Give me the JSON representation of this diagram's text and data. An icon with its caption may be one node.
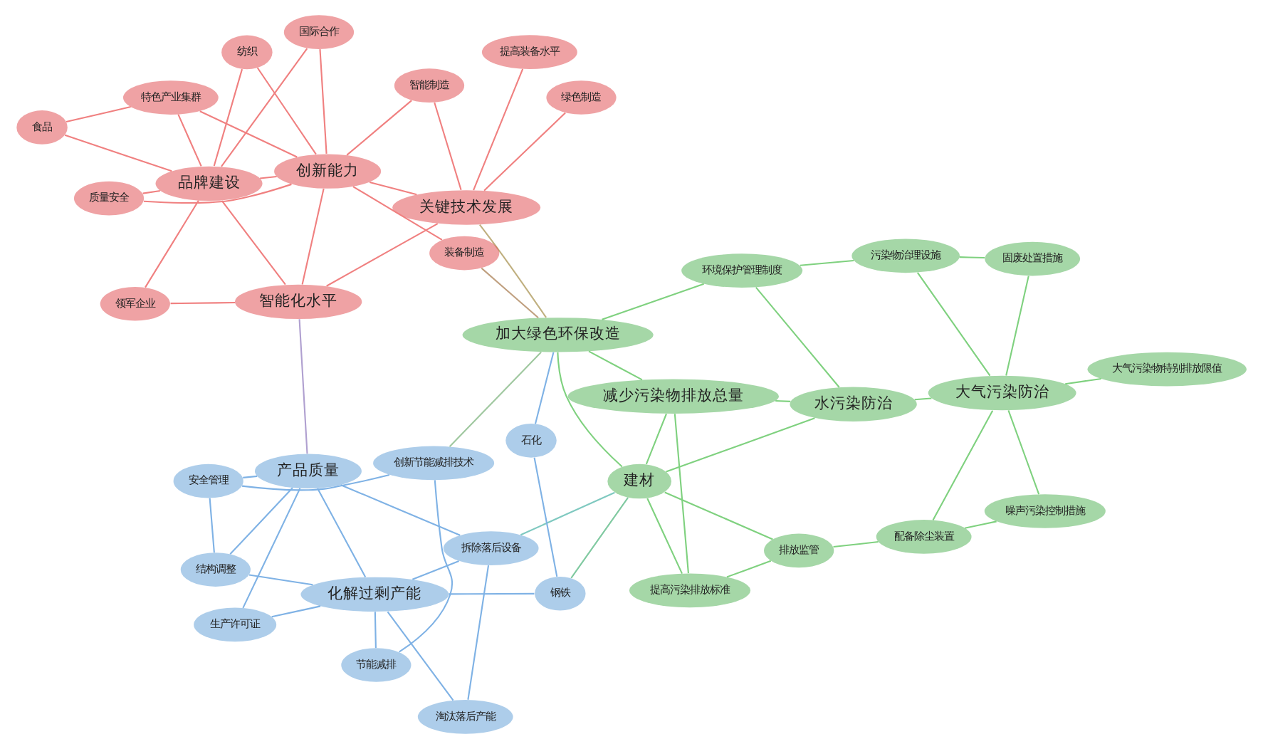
{
  "diagram": {
    "nodes": [
      {
        "text": [
          "拆除落后设备"
        ]
      },
      {
        "text": [
          "生产许可证"
        ]
      },
      {
        "text": [
          "淘汰落后产能"
        ]
      },
      {
        "text": [
          "化解过剩产能"
        ]
      },
      {
        "text": [
          "产品质量"
        ]
      },
      {
        "text": [
          "结构调整"
        ]
      },
      {
        "text": [
          "钢铁"
        ]
      },
      {
        "text": [
          "安全管理"
        ]
      },
      {
        "text": [
          "节能减排"
        ]
      },
      {
        "text": [
          "创新节能减排技术"
        ]
      },
      {
        "text": [
          "石化"
        ]
      },
      {
        "text": [
          "纺织"
        ]
      },
      {
        "text": [
          "领军企业"
        ]
      },
      {
        "text": [
          "食品"
        ]
      },
      {
        "text": [
          "智能化水平"
        ]
      },
      {
        "text": [
          "品牌建设"
        ]
      },
      {
        "text": [
          "特色产业集群"
        ]
      },
      {
        "text": [
          "提高装备水平"
        ]
      },
      {
        "text": [
          "关键技术发展"
        ]
      },
      {
        "text": [
          "国际合作"
        ]
      },
      {
        "text": [
          "质量安全"
        ]
      },
      {
        "text": [
          "智能制造"
        ]
      },
      {
        "text": [
          "创新能力"
        ]
      },
      {
        "text": [
          "绿色制造"
        ]
      },
      {
        "text": [
          "装备制造"
        ]
      },
      {
        "text": [
          "建材"
        ]
      },
      {
        "text": [
          "排放监管"
        ]
      },
      {
        "text": [
          "提高污染排放标准"
        ]
      },
      {
        "text": [
          "减少污染物排放总量"
        ]
      },
      {
        "text": [
          "配备除尘装置"
        ]
      },
      {
        "text": [
          "大气污染物特别排放限值"
        ]
      },
      {
        "text": [
          "水污染防治"
        ]
      },
      {
        "text": [
          "噪声污染控制措施"
        ]
      },
      {
        "text": [
          "加大绿色环保改造"
        ]
      },
      {
        "text": [
          "环境保护管理制度"
        ]
      },
      {
        "text": [
          "大气污染防治"
        ]
      },
      {
        "text": [
          "污染物治理设施"
        ]
      },
      {
        "text": [
          "固废处置措施"
        ]
      }
    ],
    "edges": [
      {
        "from": 0,
        "to": 3,
        "arrow": "none",
        "color": "#7fb2e5"
      },
      {
        "from": 0,
        "to": 2,
        "arrow": "none",
        "color": "#7fb2e5"
      },
      {
        "from": 0,
        "to": 4,
        "arrow": "none",
        "color": "#7fb2e5"
      },
      {
        "from": 0,
        "to": 25,
        "arrow": "none",
        "color": "#7fc9c0"
      },
      {
        "from": 1,
        "to": 4,
        "arrow": "none",
        "color": "#7fb2e5"
      },
      {
        "from": 1,
        "to": 3,
        "arrow": "none",
        "color": "#7fb2e5"
      },
      {
        "from": 2,
        "to": 3,
        "arrow": "none",
        "color": "#7fb2e5"
      },
      {
        "from": 3,
        "to": 4,
        "arrow": "none",
        "color": "#7fb2e5"
      },
      {
        "from": 3,
        "to": 6,
        "arrow": "none",
        "color": "#7fb2e5"
      },
      {
        "from": 3,
        "to": 5,
        "arrow": "none",
        "color": "#7fb2e5"
      },
      {
        "from": 3,
        "to": 8,
        "arrow": "none",
        "color": "#7fb2e5"
      },
      {
        "from": 4,
        "to": 5,
        "arrow": "none",
        "color": "#7fb2e5"
      },
      {
        "from": 4,
        "to": 7,
        "arrow": "none",
        "color": "#7fb2e5"
      },
      {
        "from": 5,
        "to": 7,
        "arrow": "none",
        "color": "#7fb2e5"
      },
      {
        "from": 6,
        "to": 10,
        "arrow": "none",
        "color": "#7fb2e5"
      },
      {
        "from": 6,
        "to": 25,
        "arrow": "none",
        "color": "#7fc9a0"
      },
      {
        "from": 7,
        "to": 9,
        "arrow": "none",
        "color": "#7fb2e5"
      },
      {
        "from": 8,
        "to": 9,
        "arrow": "none",
        "color": "#7fb2e5"
      },
      {
        "from": 9,
        "to": 33,
        "arrow": "none",
        "color": "#a0c8a0"
      },
      {
        "from": 10,
        "to": 33,
        "arrow": "none",
        "color": "#7fb2e5"
      },
      {
        "from": 4,
        "to": 14,
        "arrow": "none",
        "color": "#b0a0d0"
      },
      {
        "from": 11,
        "to": 15,
        "arrow": "none",
        "color": "#f08080"
      },
      {
        "from": 11,
        "to": 22,
        "arrow": "none",
        "color": "#f08080"
      },
      {
        "from": 12,
        "to": 15,
        "arrow": "none",
        "color": "#f08080"
      },
      {
        "from": 12,
        "to": 14,
        "arrow": "none",
        "color": "#f08080"
      },
      {
        "from": 13,
        "to": 15,
        "arrow": "none",
        "color": "#f08080"
      },
      {
        "from": 13,
        "to": 16,
        "arrow": "none",
        "color": "#f08080"
      },
      {
        "from": 14,
        "to": 15,
        "arrow": "none",
        "color": "#f08080"
      },
      {
        "from": 14,
        "to": 22,
        "arrow": "none",
        "color": "#f08080"
      },
      {
        "from": 14,
        "to": 18,
        "arrow": "none",
        "color": "#f08080"
      },
      {
        "from": 15,
        "to": 16,
        "arrow": "none",
        "color": "#f08080"
      },
      {
        "from": 15,
        "to": 22,
        "arrow": "none",
        "color": "#f08080"
      },
      {
        "from": 15,
        "to": 19,
        "arrow": "none",
        "color": "#f08080"
      },
      {
        "from": 16,
        "to": 22,
        "arrow": "none",
        "color": "#f08080"
      },
      {
        "from": 17,
        "to": 18,
        "arrow": "none",
        "color": "#f08080"
      },
      {
        "from": 18,
        "to": 22,
        "arrow": "none",
        "color": "#f08080"
      },
      {
        "from": 19,
        "to": 22,
        "arrow": "none",
        "color": "#f08080"
      },
      {
        "from": 20,
        "to": 22,
        "arrow": "none",
        "color": "#f08080"
      },
      {
        "from": 20,
        "to": 15,
        "arrow": "none",
        "color": "#f08080"
      },
      {
        "from": 21,
        "to": 22,
        "arrow": "none",
        "color": "#f08080"
      },
      {
        "from": 21,
        "to": 18,
        "arrow": "none",
        "color": "#f08080"
      },
      {
        "from": 23,
        "to": 18,
        "arrow": "none",
        "color": "#f08080"
      },
      {
        "from": 24,
        "to": 22,
        "arrow": "none",
        "color": "#f08080"
      },
      {
        "from": 24,
        "to": 33,
        "arrow": "none",
        "color": "#c0a080"
      },
      {
        "from": 18,
        "to": 33,
        "arrow": "none",
        "color": "#c0b080"
      },
      {
        "from": 25,
        "to": 28,
        "arrow": "none",
        "color": "#7fd17f"
      },
      {
        "from": 25,
        "to": 27,
        "arrow": "none",
        "color": "#7fd17f"
      },
      {
        "from": 25,
        "to": 26,
        "arrow": "none",
        "color": "#7fd17f"
      },
      {
        "from": 25,
        "to": 33,
        "arrow": "none",
        "color": "#7fd17f"
      },
      {
        "from": 25,
        "to": 31,
        "arrow": "none",
        "color": "#7fd17f"
      },
      {
        "from": 26,
        "to": 29,
        "arrow": "none",
        "color": "#7fd17f"
      },
      {
        "from": 26,
        "to": 27,
        "arrow": "none",
        "color": "#7fd17f"
      },
      {
        "from": 27,
        "to": 28,
        "arrow": "none",
        "color": "#7fd17f"
      },
      {
        "from": 28,
        "to": 31,
        "arrow": "none",
        "color": "#7fd17f"
      },
      {
        "from": 28,
        "to": 33,
        "arrow": "none",
        "color": "#7fd17f"
      },
      {
        "from": 29,
        "to": 32,
        "arrow": "none",
        "color": "#7fd17f"
      },
      {
        "from": 29,
        "to": 35,
        "arrow": "none",
        "color": "#7fd17f"
      },
      {
        "from": 30,
        "to": 35,
        "arrow": "none",
        "color": "#7fd17f"
      },
      {
        "from": 31,
        "to": 35,
        "arrow": "none",
        "color": "#7fd17f"
      },
      {
        "from": 31,
        "to": 34,
        "arrow": "none",
        "color": "#7fd17f"
      },
      {
        "from": 32,
        "to": 35,
        "arrow": "none",
        "color": "#7fd17f"
      },
      {
        "from": 33,
        "to": 34,
        "arrow": "none",
        "color": "#7fd17f"
      },
      {
        "from": 34,
        "to": 36,
        "arrow": "none",
        "color": "#7fd17f"
      },
      {
        "from": 35,
        "to": 36,
        "arrow": "none",
        "color": "#7fd17f"
      },
      {
        "from": 35,
        "to": 37,
        "arrow": "none",
        "color": "#7fd17f"
      },
      {
        "from": 36,
        "to": 37,
        "arrow": "none",
        "color": "#7fd17f"
      }
    ]
  }
}
